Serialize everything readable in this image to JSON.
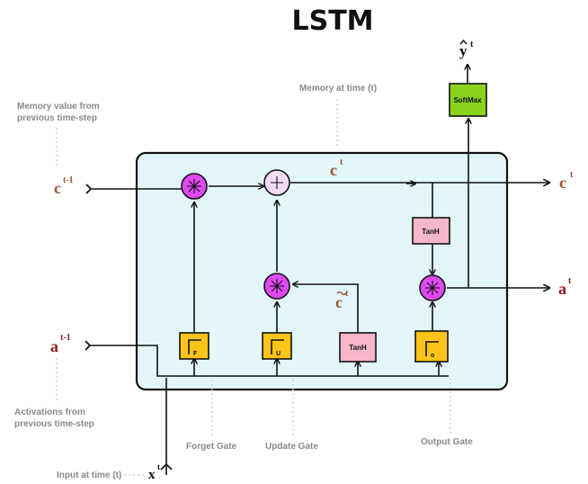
{
  "title": "LSTM",
  "labels": {
    "memory_prev": [
      "Memory value from",
      "previous time-step"
    ],
    "memory_now": "Memory at time (t)",
    "activations_prev": [
      "Activations from",
      "previous time-step"
    ],
    "input_time": "Input at time (t)",
    "forget_gate": "Forget Gate",
    "update_gate": "Update Gate",
    "output_gate": "Output Gate"
  },
  "symbols": {
    "c_prev": {
      "base": "c",
      "sup": "t-1"
    },
    "a_prev": {
      "base": "a",
      "sup": "t-1"
    },
    "c_inner": {
      "base": "c",
      "sup": "t"
    },
    "c_out": {
      "base": "c",
      "sup": "t"
    },
    "a_out": {
      "base": "a",
      "sup": "t"
    },
    "c_tilde": {
      "base": "c",
      "sup": "t"
    },
    "x_t": {
      "base": "x",
      "sup": "t"
    },
    "y_hat": {
      "base": "y",
      "sup": "t"
    }
  },
  "boxes": {
    "softmax": "SoftMax",
    "tanh_top": "TanH",
    "tanh_bottom": "TanH",
    "gate_forget_sub": "F",
    "gate_update_sub": "U",
    "gate_output_sub": "o"
  },
  "colors": {
    "cell_fill": "#e3f7fb",
    "gate_fill": "#fcc419",
    "tanh_fill": "#f6b7cc",
    "softmax_fill": "#8bd21c",
    "multiply_fill": "#df49f2",
    "add_fill": "#f1dcf6"
  }
}
